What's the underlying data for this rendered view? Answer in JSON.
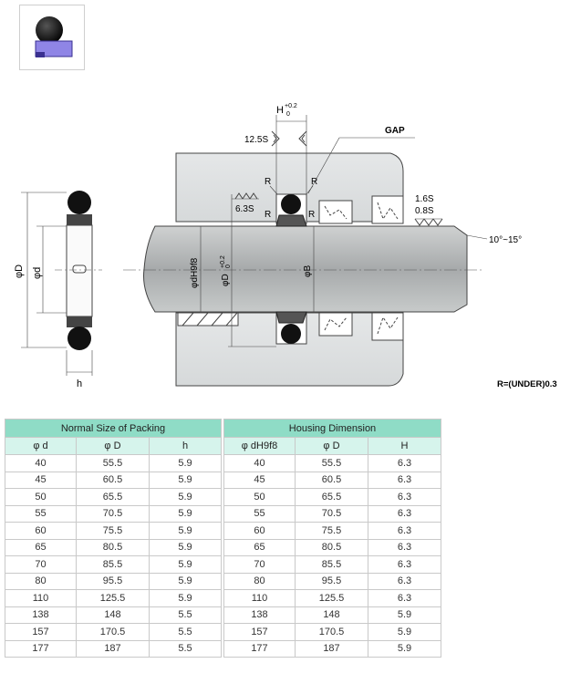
{
  "drawing": {
    "h_label": "H",
    "h_tol_upper": "+0.2",
    "h_tol_lower": "0",
    "surface_12_5s": "12.5S",
    "gap_label": "GAP",
    "r_label": "R",
    "surface_6_3s": "6.3S",
    "surface_1_6s": "1.6S",
    "surface_0_8s": "0.8S",
    "angle_label": "10°~15°",
    "dim_big_d": "φD",
    "dim_small_d": "φd",
    "dim_h": "h",
    "dim_dh9f8": "φdH9f8",
    "dim_d_housing": "φD",
    "dim_d_tol_upper": "+0.2",
    "dim_d_tol_lower": "0",
    "dim_b": "φB",
    "note": "R=(UNDER)0.3"
  },
  "table": {
    "group_headers": [
      "Normal Size of Packing",
      "Housing Dimension"
    ],
    "columns": [
      "φ d",
      "φ D",
      "h",
      "φ dH9f8",
      "φ D",
      "H"
    ],
    "rows": [
      [
        "40",
        "55.5",
        "5.9",
        "40",
        "55.5",
        "6.3"
      ],
      [
        "45",
        "60.5",
        "5.9",
        "45",
        "60.5",
        "6.3"
      ],
      [
        "50",
        "65.5",
        "5.9",
        "50",
        "65.5",
        "6.3"
      ],
      [
        "55",
        "70.5",
        "5.9",
        "55",
        "70.5",
        "6.3"
      ],
      [
        "60",
        "75.5",
        "5.9",
        "60",
        "75.5",
        "6.3"
      ],
      [
        "65",
        "80.5",
        "5.9",
        "65",
        "80.5",
        "6.3"
      ],
      [
        "70",
        "85.5",
        "5.9",
        "70",
        "85.5",
        "6.3"
      ],
      [
        "80",
        "95.5",
        "5.9",
        "80",
        "95.5",
        "6.3"
      ],
      [
        "110",
        "125.5",
        "5.9",
        "110",
        "125.5",
        "6.3"
      ],
      [
        "138",
        "148",
        "5.5",
        "138",
        "148",
        "5.9"
      ],
      [
        "157",
        "170.5",
        "5.5",
        "157",
        "170.5",
        "5.9"
      ],
      [
        "177",
        "187",
        "5.5",
        "177",
        "187",
        "5.9"
      ]
    ]
  }
}
